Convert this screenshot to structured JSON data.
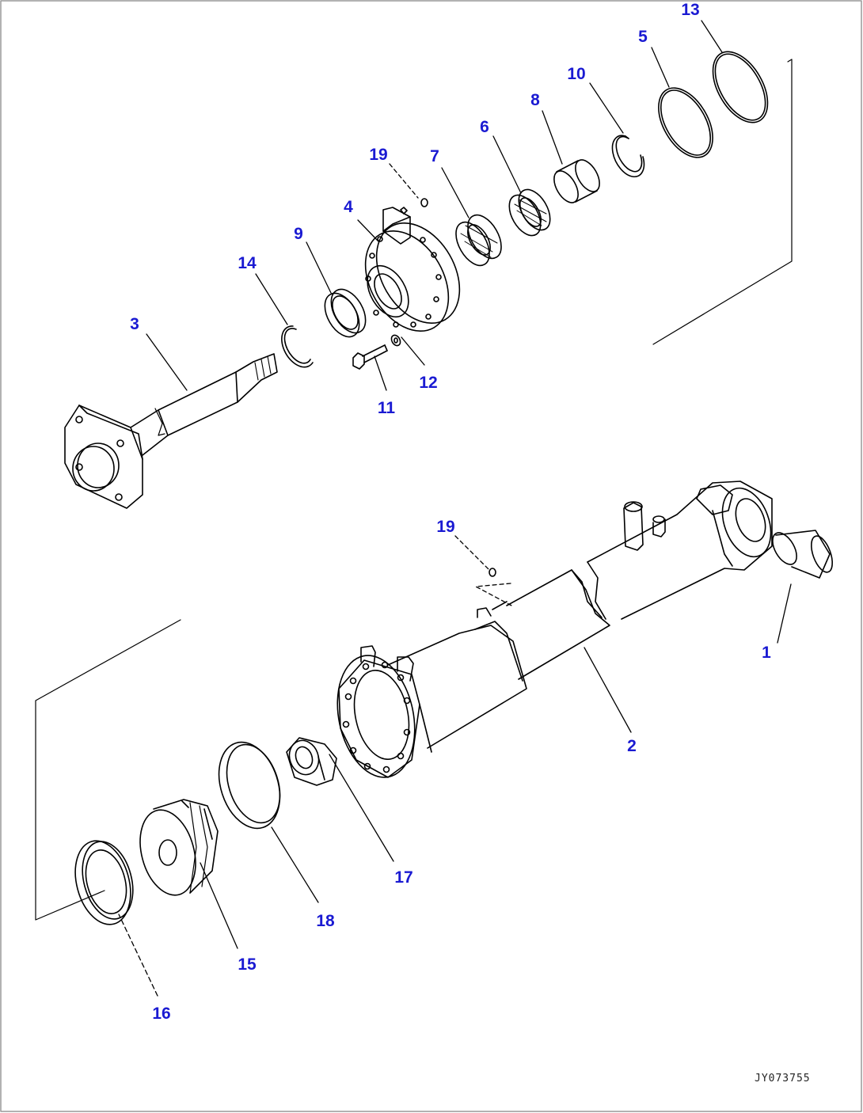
{
  "diagram": {
    "drawing_code": "JY073755",
    "callouts": [
      "13",
      "5",
      "10",
      "8",
      "6",
      "7",
      "19",
      "4",
      "9",
      "14",
      "3",
      "11",
      "12",
      "19",
      "1",
      "2",
      "17",
      "18",
      "15",
      "16"
    ],
    "colors": {
      "callout": "#1a1ad2",
      "line": "#000000",
      "frame": "#999999"
    }
  }
}
